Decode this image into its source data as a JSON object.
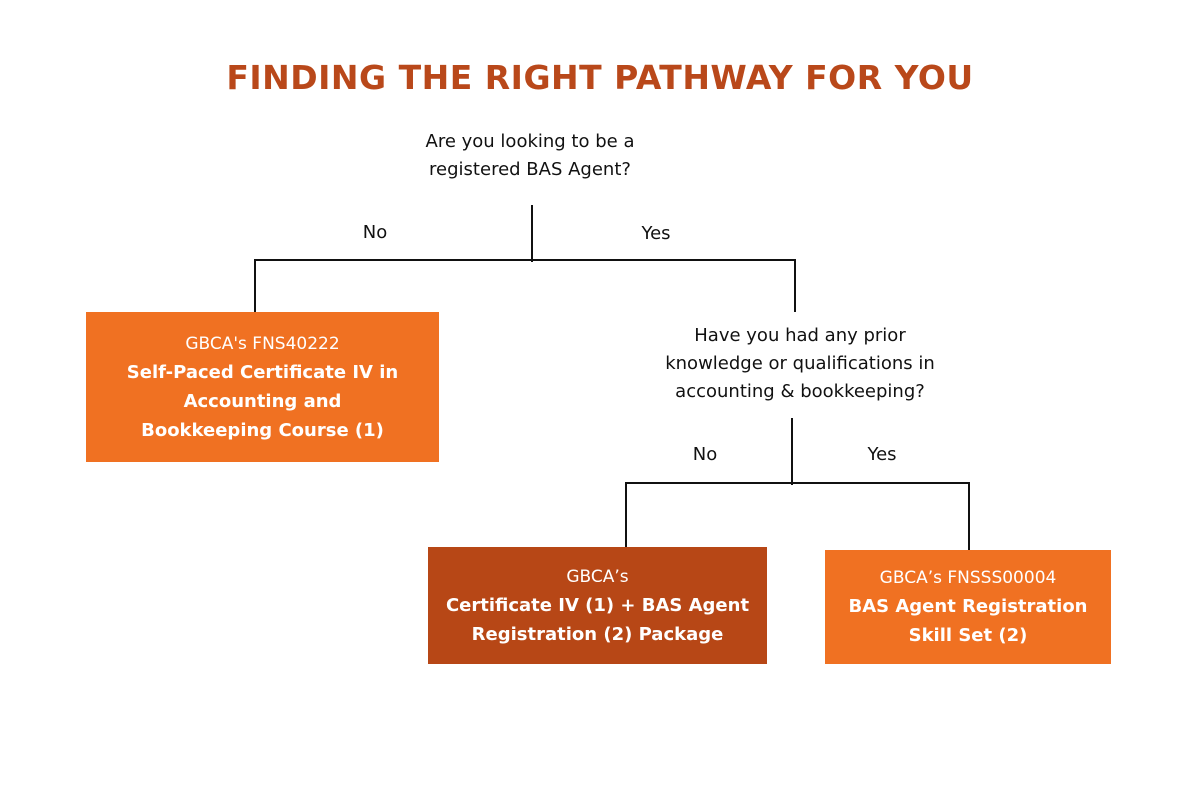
{
  "title": "FINDING THE RIGHT PATHWAY FOR YOU",
  "question_1": {
    "line1": "Are you looking to be a",
    "line2": "registered BAS Agent?"
  },
  "question_1_branches": {
    "no": "No",
    "yes": "Yes"
  },
  "outcome_self_paced": {
    "prefix": "GBCA's FNS40222",
    "name_line1": "Self-Paced Certificate IV in",
    "name_line2": "Accounting and",
    "name_line3": "Bookkeeping Course (1)"
  },
  "question_2": {
    "line1": "Have you had any prior",
    "line2": "knowledge or qualifications in",
    "line3": "accounting & bookkeeping?"
  },
  "question_2_branches": {
    "no": "No",
    "yes": "Yes"
  },
  "outcome_package": {
    "prefix": "GBCA’s",
    "name_line1": "Certificate IV (1) + BAS Agent",
    "name_line2": "Registration (2) Package"
  },
  "outcome_skill_set": {
    "prefix": "GBCA’s FNSSS00004",
    "name_line1": "BAS Agent Registration",
    "name_line2": "Skill Set (2)"
  },
  "colors": {
    "title": "#b9481a",
    "box_light": "#f07122",
    "box_dark": "#b74716",
    "lines": "#111111"
  }
}
